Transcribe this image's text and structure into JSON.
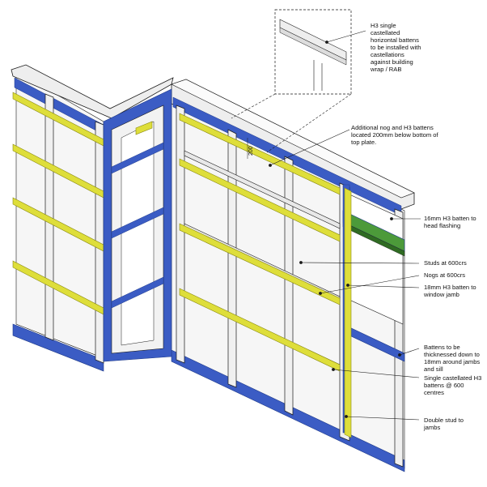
{
  "colors": {
    "line": "#1a1a1a",
    "timber_face": "#f2f2f2",
    "timber_shadow": "#d4d4d4",
    "wrap_blue": "#3b5cc4",
    "wrap_dark": "#1e3a8a",
    "batten_yellow": "#dede3a",
    "batten_edge": "#8a8a12",
    "flashing_green": "#4c9a3a"
  },
  "annotations": {
    "castellated": "H3 single\ncastellated\nhorizontal battens\nto be installed with\ncastellations\nagainst building\nwrap / RAB",
    "nog_top": "Additional nog and H3 battens\nlocated 200mm below bottom of\ntop plate.",
    "head_flashing": "16mm H3 batten to\nhead flashing",
    "studs": "Studs at 600crs",
    "nogs": "Nogs at 600crs",
    "window_jamb": "18mm H3 batten to\nwindow jamb",
    "thicknessed": "Battens to be\nthicknessed down to\n18mm around jambs\nand sill",
    "single_castellated": "Single castellated H3\nbattens @ 600 centres",
    "double_stud": "Double stud to\njambs"
  },
  "dimension": "200"
}
